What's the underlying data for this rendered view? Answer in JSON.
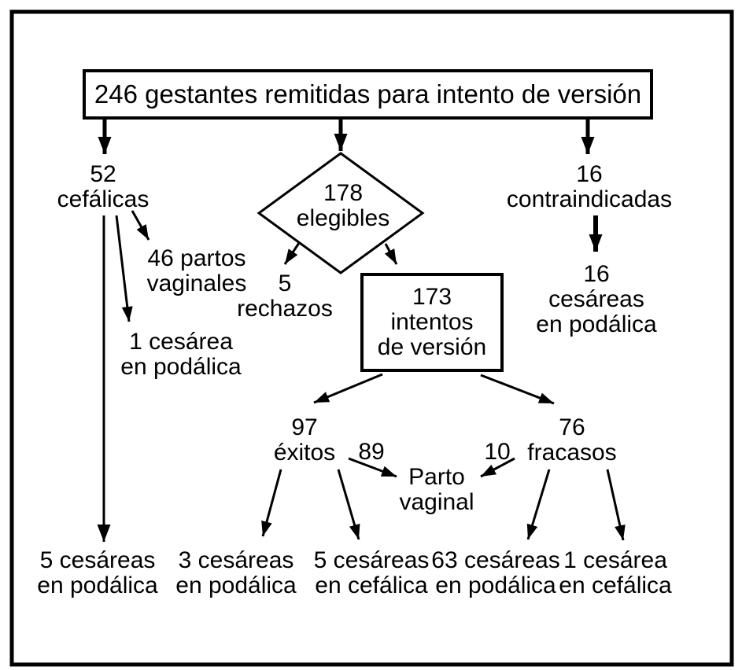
{
  "figure": {
    "type": "flowchart",
    "language": "es",
    "colors": {
      "ink": "#000000",
      "background": "#ffffff"
    },
    "root_box": "246 gestantes remitidas para intento de versión"
  },
  "nodes": {
    "cefalicas": "52\ncefálicas",
    "elegibles": "178\nelegibles",
    "contraindicadas": "16\ncontraindicadas",
    "partos_vaginales": "46 partos\nvaginales",
    "rechazos": "5\nrechazos",
    "intentos_version": "173\nintentos\nde versión",
    "cesareas_16_podalica": "16\ncesáreas\nen podálica",
    "cesarea_1_podalica": "1 cesárea\nen podálica",
    "exitos": "97\néxitos",
    "fracasos": "76\nfracasos",
    "parto_vaginal": "Parto\nvaginal",
    "outcome_5_podalica": "5 cesáreas\nen podálica",
    "outcome_3_podalica": "3 cesáreas\nen podálica",
    "outcome_5_cefalica": "5 cesáreas\nen cefálica",
    "outcome_63_podalica": "63 cesáreas\nen podálica",
    "outcome_1_cefalica": "1 cesárea\nen cefálica"
  },
  "edge_labels": {
    "exitos_to_parto": "89",
    "fracasos_to_parto": "10"
  }
}
